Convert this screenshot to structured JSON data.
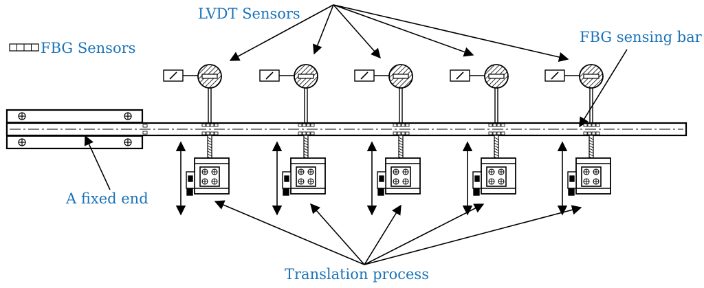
{
  "labels": {
    "lvdt_sensors": "LVDT Sensors",
    "fbg_sensors": "FBG Sensors",
    "fbg_sensing_bar": "FBG sensing bar",
    "fixed_end": "A fixed end",
    "translation_process": "Translation process"
  },
  "colors": {
    "label": "#1a73b8",
    "line": "#000000"
  },
  "units_count": 5
}
